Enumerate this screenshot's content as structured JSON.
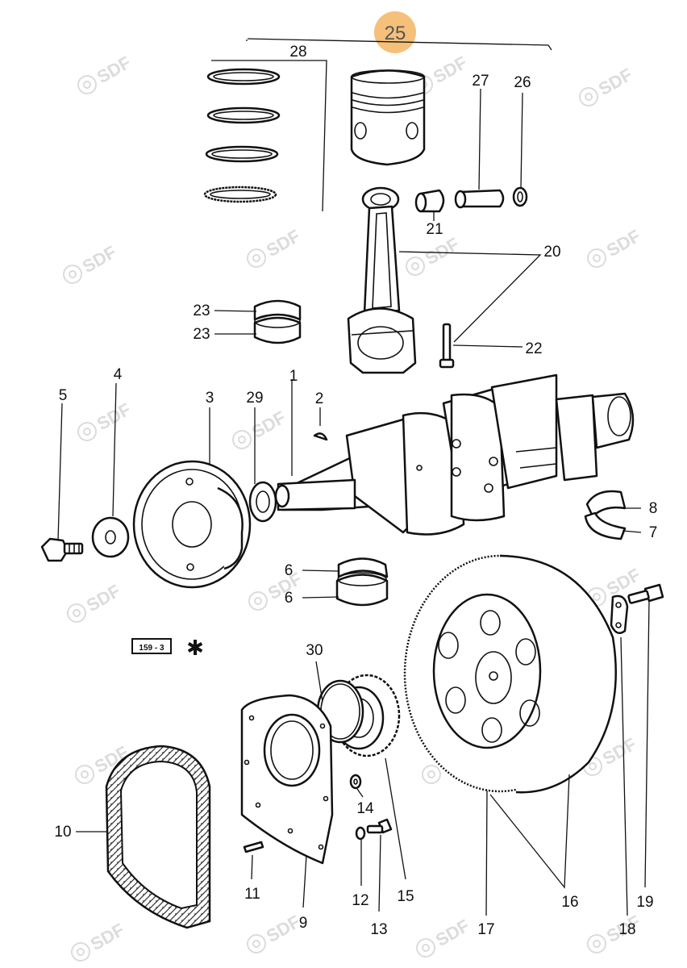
{
  "page_badge": {
    "label": "25",
    "color": "#f5c07a"
  },
  "reference_box": {
    "text": "159 - 3",
    "symbol": "✱"
  },
  "watermark": {
    "text": "SDF",
    "color": "#dcdcdc"
  },
  "callouts": {
    "c1": "1",
    "c2": "2",
    "c3": "3",
    "c4": "4",
    "c5": "5",
    "c6a": "6",
    "c6b": "6",
    "c7": "7",
    "c8": "8",
    "c9": "9",
    "c10": "10",
    "c11": "11",
    "c12": "12",
    "c13": "13",
    "c14": "14",
    "c15": "15",
    "c16": "16",
    "c17": "17",
    "c18": "18",
    "c19": "19",
    "c20": "20",
    "c21": "21",
    "c22": "22",
    "c23a": "23",
    "c23b": "23",
    "c26": "26",
    "c27": "27",
    "c28": "28",
    "c29": "29",
    "c30": "30"
  }
}
